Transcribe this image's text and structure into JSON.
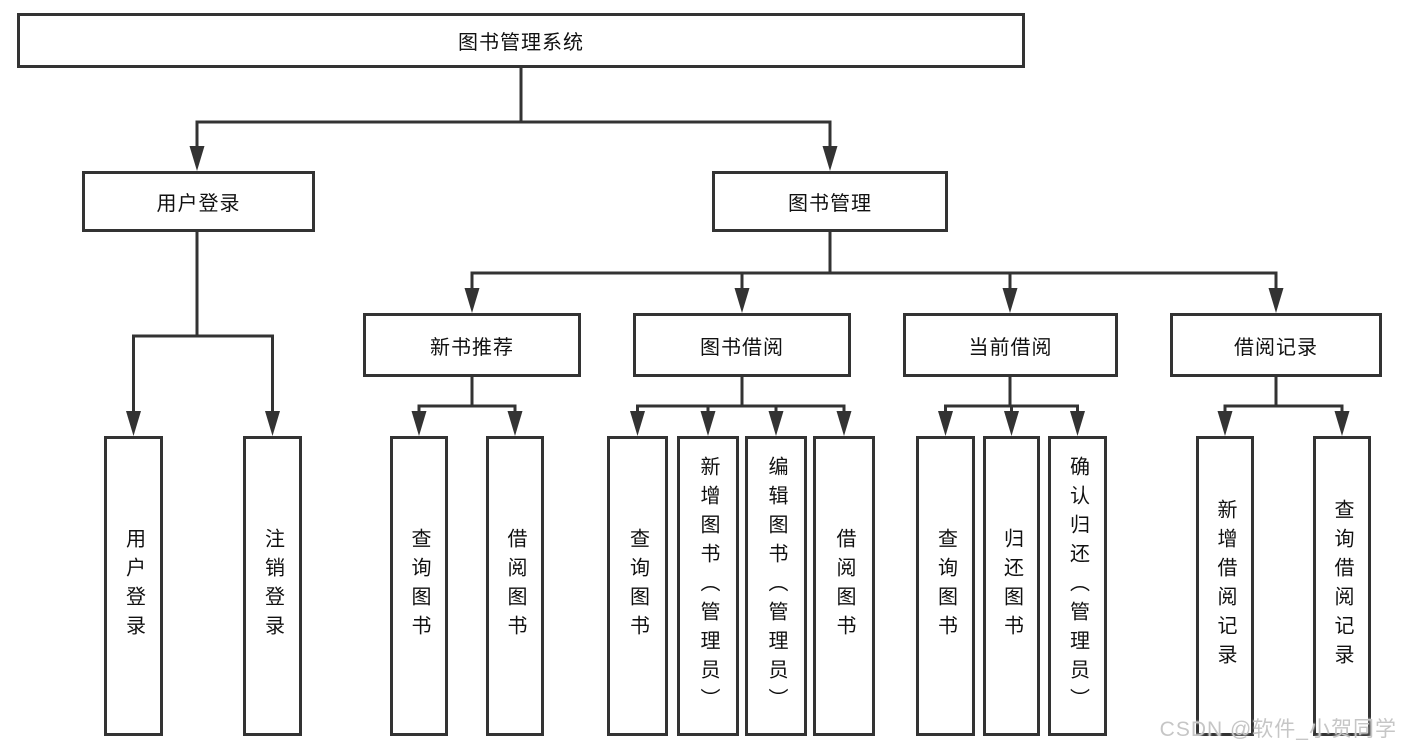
{
  "diagram_type": "hierarchy-tree",
  "tree": {
    "root": {
      "label": "图书管理系统",
      "children": [
        {
          "label": "用户登录",
          "children": [
            {
              "label": "用户登录"
            },
            {
              "label": "注销登录"
            }
          ]
        },
        {
          "label": "图书管理",
          "children": [
            {
              "label": "新书推荐",
              "children": [
                {
                  "label": "查询图书"
                },
                {
                  "label": "借阅图书"
                }
              ]
            },
            {
              "label": "图书借阅",
              "children": [
                {
                  "label": "查询图书"
                },
                {
                  "label": "新增图书（管理员）"
                },
                {
                  "label": "编辑图书（管理员）"
                },
                {
                  "label": "借阅图书"
                }
              ]
            },
            {
              "label": "当前借阅",
              "children": [
                {
                  "label": "查询图书"
                },
                {
                  "label": "归还图书"
                },
                {
                  "label": "确认归还（管理员）"
                }
              ]
            },
            {
              "label": "借阅记录",
              "children": [
                {
                  "label": "新增借阅记录"
                },
                {
                  "label": "查询借阅记录"
                }
              ]
            }
          ]
        }
      ]
    }
  },
  "watermark": {
    "text": "CSDN @软件_小贺同学",
    "color": "#c6c6c6"
  },
  "colors": {
    "line": "#333333",
    "box_border": "#333333",
    "box_fill": "#ffffff",
    "text": "#111111",
    "background": "#ffffff"
  }
}
